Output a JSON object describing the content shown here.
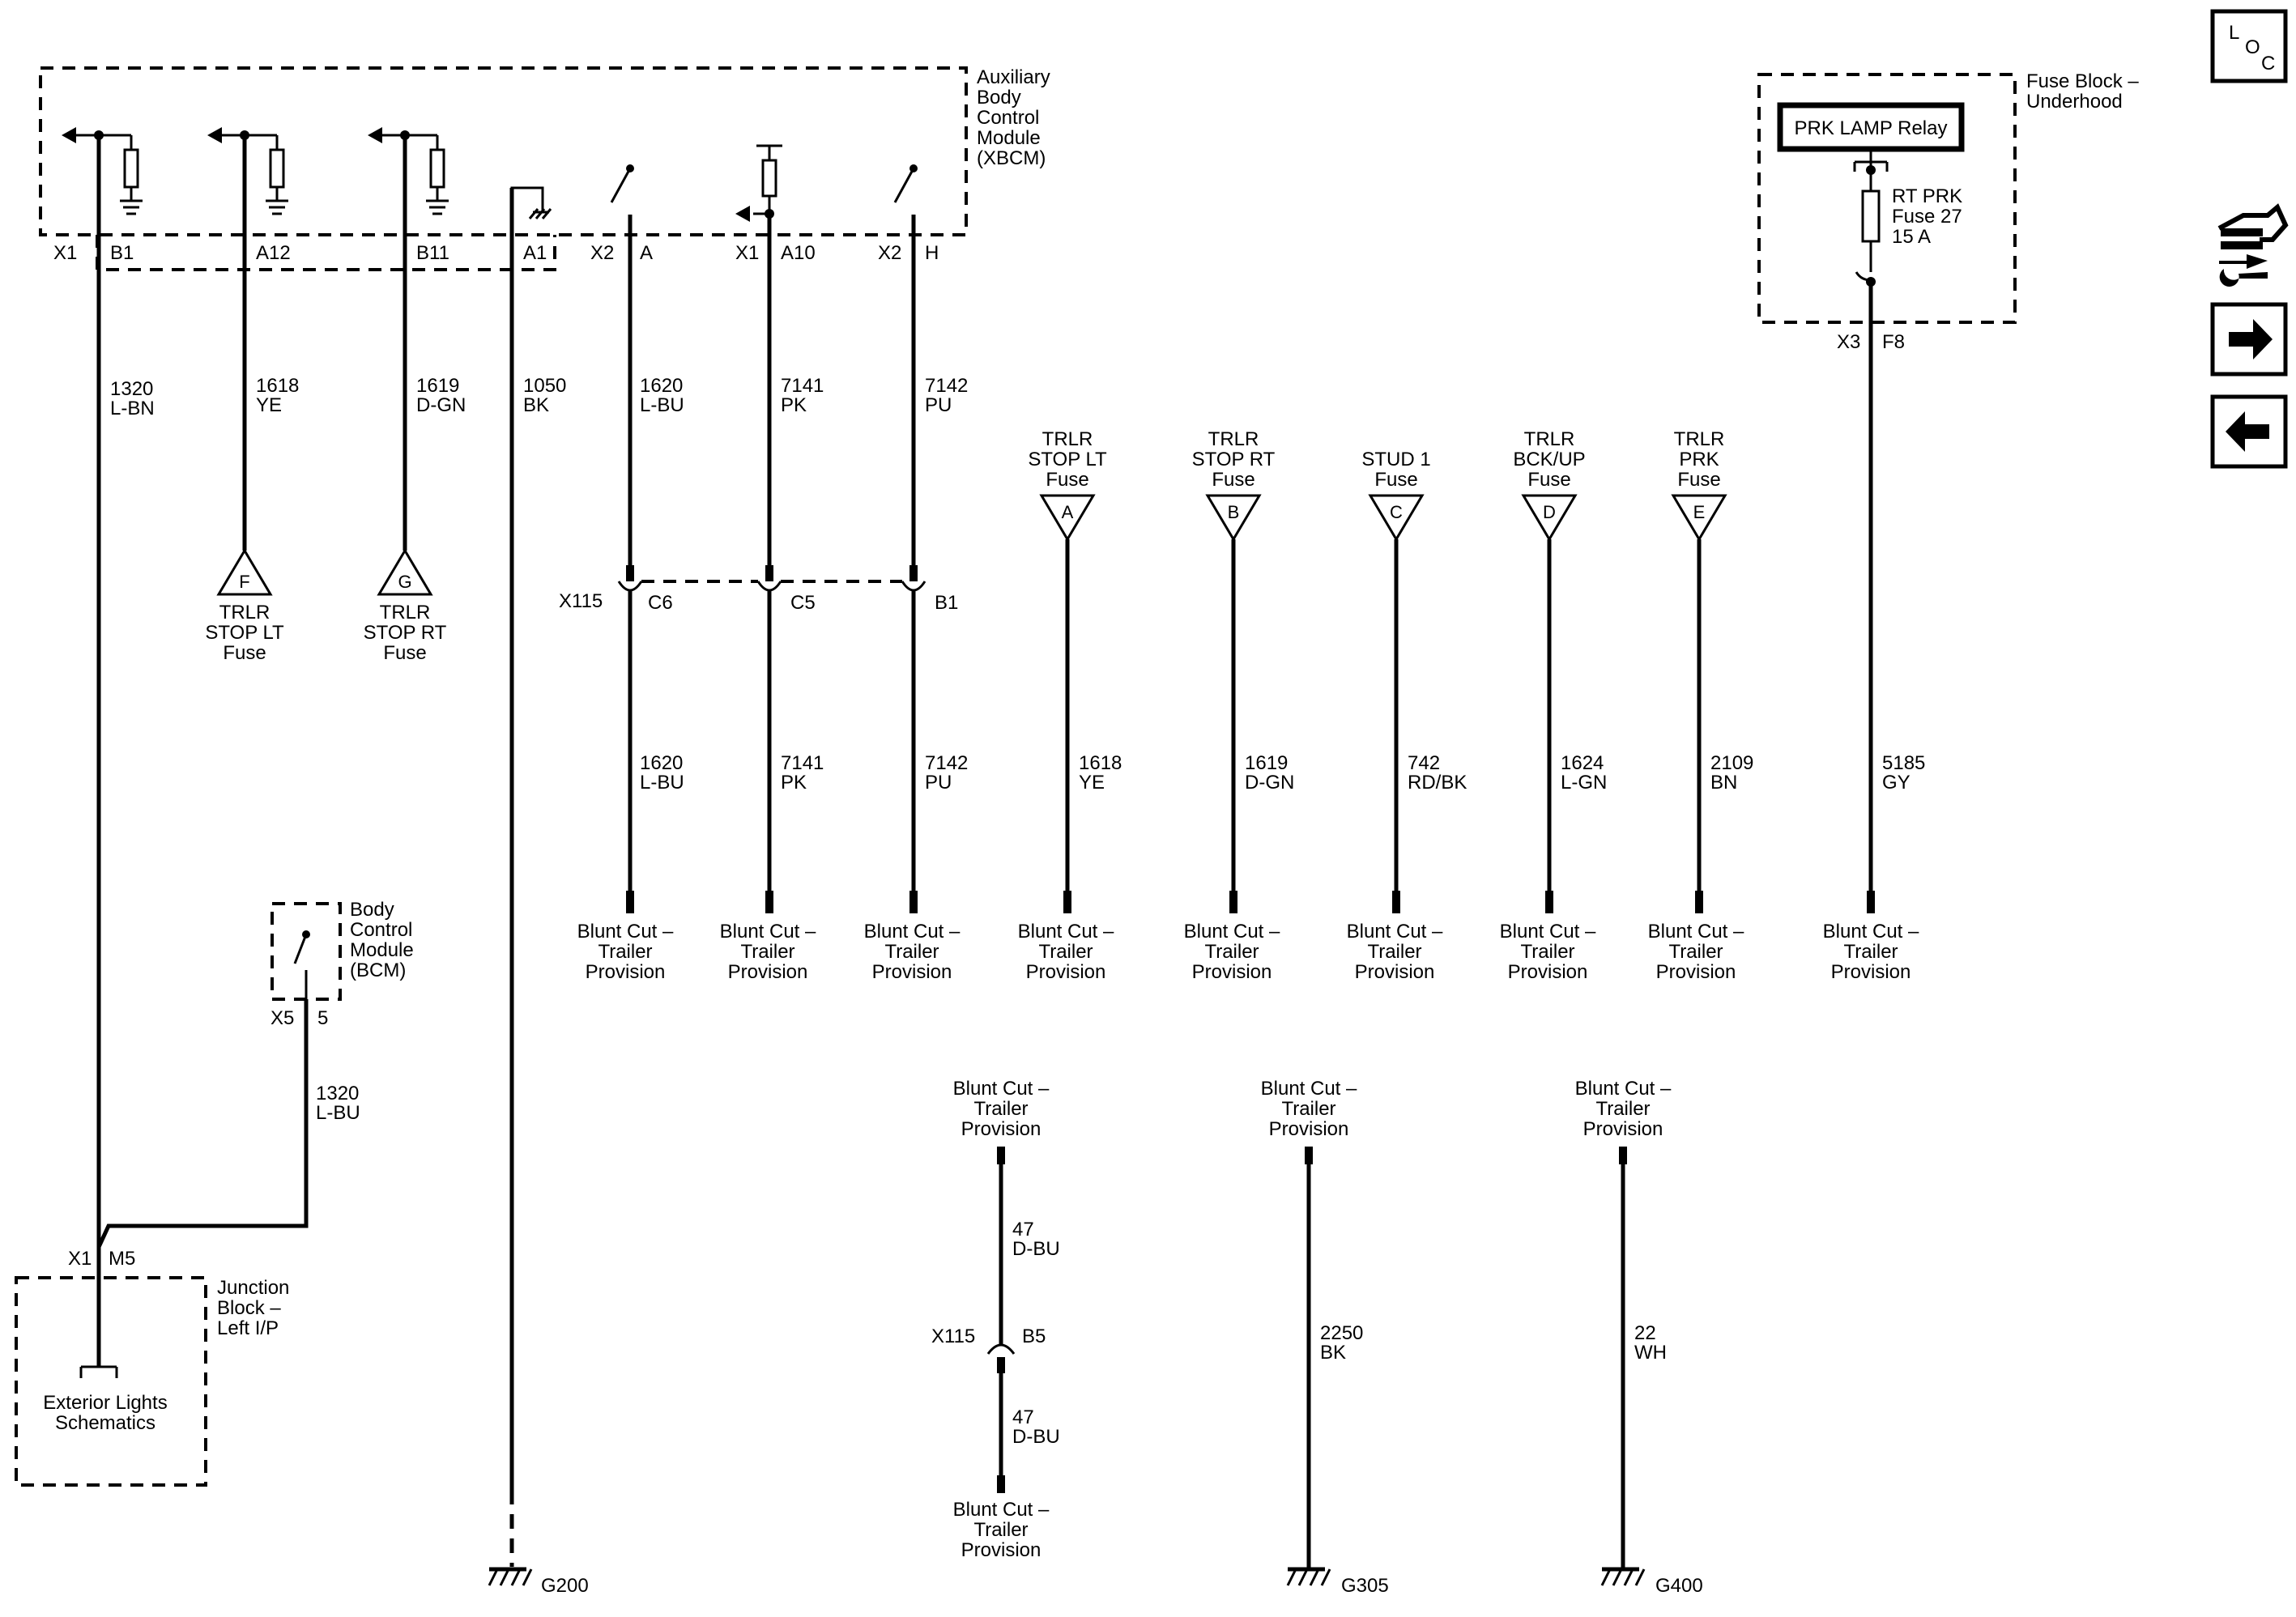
{
  "modules": {
    "xbcm": {
      "name": "Auxiliary Body Control Module (XBCM)",
      "lines": [
        "Auxiliary",
        "Body",
        "Control",
        "Module",
        "(XBCM)"
      ]
    },
    "fuse_block": {
      "name": "Fuse Block – Underhood",
      "lines": [
        "Fuse Block –",
        "Underhood"
      ]
    },
    "bcm": {
      "name": "Body Control Module (BCM)",
      "lines": [
        "Body",
        "Control",
        "Module",
        "(BCM)"
      ]
    },
    "junction_block": {
      "name": "Junction Block – Left I/P",
      "lines": [
        "Junction",
        "Block –",
        "Left I/P"
      ]
    }
  },
  "relay": {
    "label": "PRK LAMP Relay"
  },
  "fuse27": {
    "lines": [
      "RT PRK",
      "Fuse 27",
      "15 A"
    ]
  },
  "connectors": {
    "x1": "X1",
    "x2": "X2",
    "x3": "X3",
    "x5": "X5",
    "x115": "X115",
    "pins": {
      "b1": "B1",
      "a12": "A12",
      "b11": "B11",
      "a1": "A1",
      "a": "A",
      "a10": "A10",
      "h": "H",
      "f8": "F8",
      "pin5": "5",
      "m5": "M5",
      "c6": "C6",
      "c5": "C5",
      "b1_x115": "B1",
      "b5": "B5"
    }
  },
  "wires": [
    {
      "id": "w1320_lbn",
      "circuit": "1320",
      "color": "L-BN"
    },
    {
      "id": "w1618_ye",
      "circuit": "1618",
      "color": "YE"
    },
    {
      "id": "w1619_dgn",
      "circuit": "1619",
      "color": "D-GN"
    },
    {
      "id": "w1050_bk",
      "circuit": "1050",
      "color": "BK"
    },
    {
      "id": "w1620_top",
      "circuit": "1620",
      "color": "L-BU"
    },
    {
      "id": "w7141_top",
      "circuit": "7141",
      "color": "PK"
    },
    {
      "id": "w7142_top",
      "circuit": "7142",
      "color": "PU"
    },
    {
      "id": "w1620_bot",
      "circuit": "1620",
      "color": "L-BU"
    },
    {
      "id": "w7141_bot",
      "circuit": "7141",
      "color": "PK"
    },
    {
      "id": "w7142_bot",
      "circuit": "7142",
      "color": "PU"
    },
    {
      "id": "w1618_bot",
      "circuit": "1618",
      "color": "YE"
    },
    {
      "id": "w1619_bot",
      "circuit": "1619",
      "color": "D-GN"
    },
    {
      "id": "w742",
      "circuit": "742",
      "color": "RD/BK"
    },
    {
      "id": "w1624",
      "circuit": "1624",
      "color": "L-GN"
    },
    {
      "id": "w2109",
      "circuit": "2109",
      "color": "BN"
    },
    {
      "id": "w5185",
      "circuit": "5185",
      "color": "GY"
    },
    {
      "id": "w1320_lbu",
      "circuit": "1320",
      "color": "L-BU"
    },
    {
      "id": "w47_top",
      "circuit": "47",
      "color": "D-BU"
    },
    {
      "id": "w47_bot",
      "circuit": "47",
      "color": "D-BU"
    },
    {
      "id": "w2250",
      "circuit": "2250",
      "color": "BK"
    },
    {
      "id": "w22",
      "circuit": "22",
      "color": "WH"
    }
  ],
  "fuse_refs_top": [
    {
      "letter": "A",
      "lines": [
        "TRLR",
        "STOP LT",
        "Fuse"
      ]
    },
    {
      "letter": "B",
      "lines": [
        "TRLR",
        "STOP RT",
        "Fuse"
      ]
    },
    {
      "letter": "C",
      "lines": [
        "STUD 1",
        "Fuse"
      ]
    },
    {
      "letter": "D",
      "lines": [
        "TRLR",
        "BCK/UP",
        "Fuse"
      ]
    },
    {
      "letter": "E",
      "lines": [
        "TRLR",
        "PRK",
        "Fuse"
      ]
    }
  ],
  "fuse_refs_bottom": [
    {
      "letter": "F",
      "lines": [
        "TRLR",
        "STOP LT",
        "Fuse"
      ]
    },
    {
      "letter": "G",
      "lines": [
        "TRLR",
        "STOP RT",
        "Fuse"
      ]
    }
  ],
  "blunt_cut": {
    "lines": [
      "Blunt Cut –",
      "Trailer",
      "Provision"
    ]
  },
  "grounds": [
    "G200",
    "G305",
    "G400"
  ],
  "schematic_ref": {
    "lines": [
      "Exterior Lights",
      "Schematics"
    ]
  },
  "nav": {
    "loc": [
      "L",
      "O",
      "C"
    ]
  }
}
